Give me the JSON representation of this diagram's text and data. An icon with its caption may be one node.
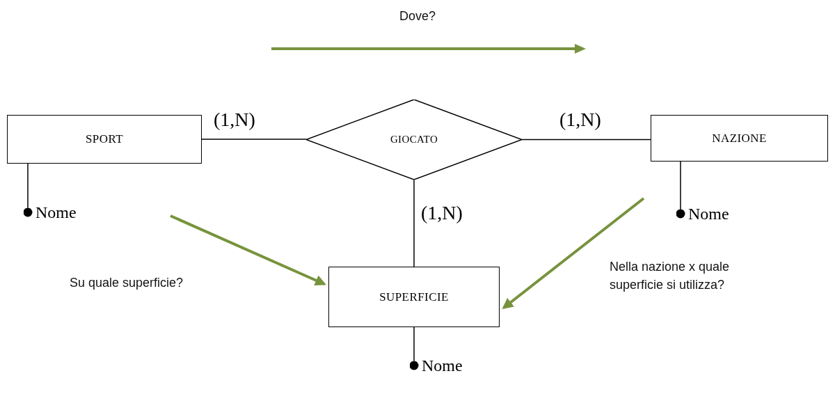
{
  "diagram": {
    "nodes": [
      {
        "text": [
          "SPORT"
        ]
      },
      {
        "text": [
          "GIOCATO"
        ]
      },
      {
        "text": [
          "NAZIONE"
        ]
      },
      {
        "text": [
          "SUPERFICIE"
        ]
      },
      {
        "text": [
          "Nome"
        ]
      },
      {
        "text": [
          "Nome"
        ]
      },
      {
        "text": [
          "Nome"
        ]
      }
    ],
    "edges": [
      {
        "from": 0,
        "to": 1,
        "arrow": "none",
        "label": "(1,N)"
      },
      {
        "from": 1,
        "to": 2,
        "arrow": "none",
        "label": "(1,N)"
      },
      {
        "from": 1,
        "to": 3,
        "arrow": "none",
        "label": "(1,N)"
      },
      {
        "from": 0,
        "to": 4,
        "arrow": "other"
      },
      {
        "from": 2,
        "to": 5,
        "arrow": "other"
      },
      {
        "from": 3,
        "to": 6,
        "arrow": "other"
      },
      {
        "from": null,
        "to": 3,
        "arrow": "to",
        "style": "thick",
        "color": "#77933c"
      },
      {
        "from": null,
        "to": 3,
        "arrow": "to",
        "style": "thick",
        "color": "#77933c"
      }
    ],
    "labels": [
      "Dove?",
      "Su quale superficie?",
      "Nella nazione x quale superficie si utilizza?"
    ]
  }
}
